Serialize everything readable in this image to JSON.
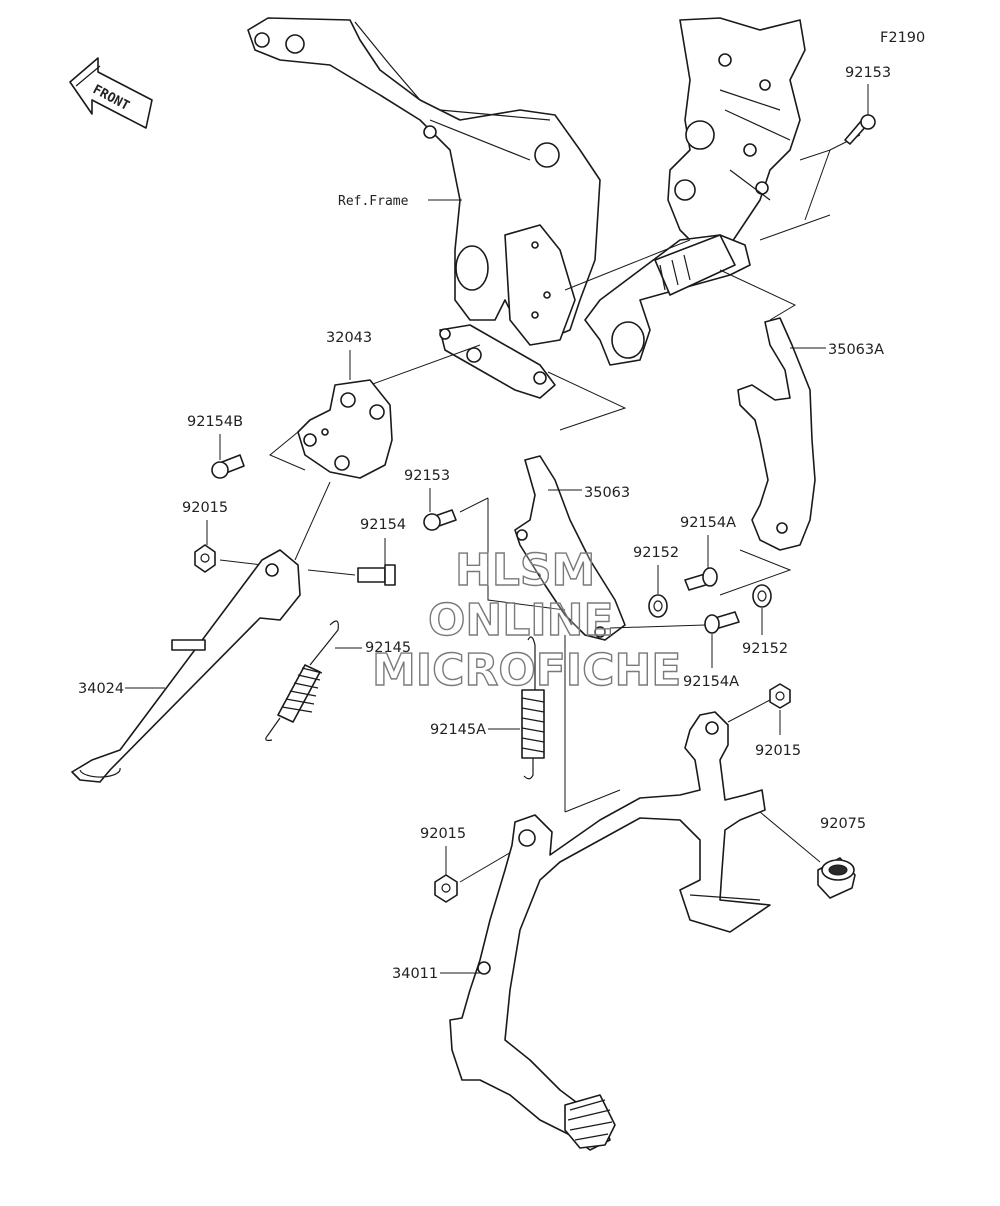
{
  "diagram_code": "F2190",
  "front_arrow_label": "FRONT",
  "watermark": [
    "HLSM",
    "ONLINE",
    "MICROFICHE"
  ],
  "ref_frame_label": "Ref.Frame",
  "parts": {
    "p92153_top": "92153",
    "p35063A": "35063A",
    "p32043": "32043",
    "p92154B": "92154B",
    "p92153_mid": "92153",
    "p35063": "35063",
    "p92015_left": "92015",
    "p92154": "92154",
    "p92154A_top": "92154A",
    "p92152_left": "92152",
    "p92145": "92145",
    "p92152_right": "92152",
    "p92154A_bottom": "92154A",
    "p34024": "34024",
    "p92145A": "92145A",
    "p92015_right": "92015",
    "p92075": "92075",
    "p92015_center": "92015",
    "p34011": "34011"
  }
}
